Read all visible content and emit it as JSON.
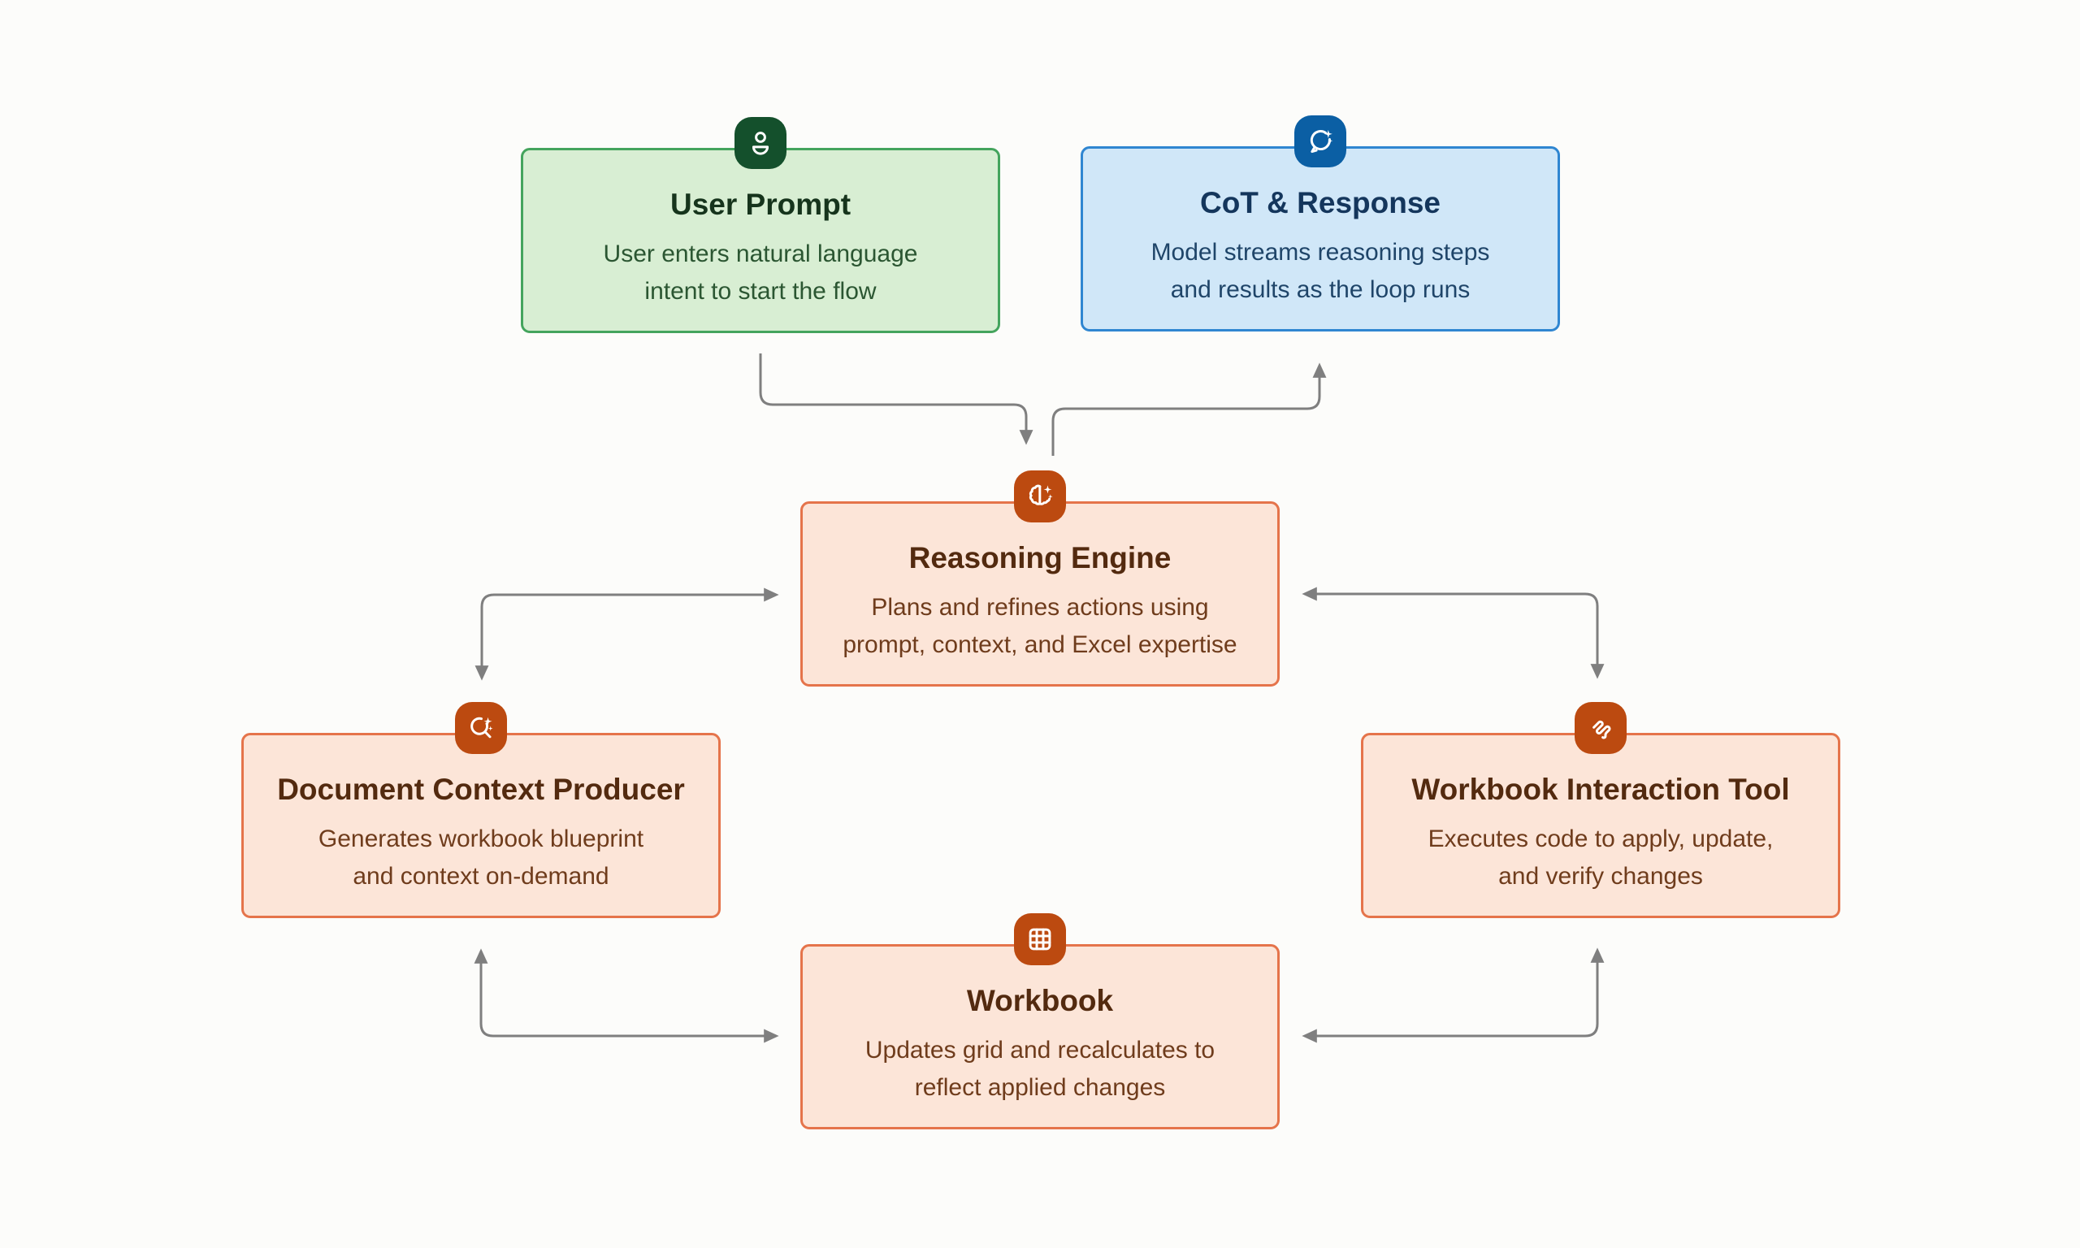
{
  "diagram": {
    "background_color": "#fcfcfa",
    "arrow_color": "#7f7f7f",
    "nodes": {
      "user_prompt": {
        "title": "User Prompt",
        "description": "User enters natural language\nintent to start the flow",
        "icon": "person-icon",
        "fill": "#d8eed3",
        "border": "#44a45d",
        "icon_bg": "#14502c",
        "title_color": "#16341c",
        "text_color": "#2b5632"
      },
      "cot_response": {
        "title": "CoT & Response",
        "description": "Model streams reasoning steps\nand results as the loop runs",
        "icon": "chat-sparkle-icon",
        "fill": "#d0e7f8",
        "border": "#2f86d1",
        "icon_bg": "#0b5fa4",
        "title_color": "#14365c",
        "text_color": "#1f4569"
      },
      "reasoning_engine": {
        "title": "Reasoning Engine",
        "description": "Plans and refines actions using\nprompt, context, and Excel expertise",
        "icon": "brain-sparkle-icon",
        "fill": "#fce5d8",
        "border": "#e5744b",
        "icon_bg": "#bc4a10",
        "title_color": "#532a0f",
        "text_color": "#6f3c1c"
      },
      "document_context_producer": {
        "title": "Document Context Producer",
        "description": "Generates workbook blueprint\nand context on-demand",
        "icon": "search-sparkle-icon",
        "fill": "#fce5d8",
        "border": "#e5744b",
        "icon_bg": "#bc4a10",
        "title_color": "#532a0f",
        "text_color": "#6f3c1c"
      },
      "workbook_interaction_tool": {
        "title": "Workbook Interaction Tool",
        "description": "Executes code to apply, update,\nand verify changes",
        "icon": "scribble-code-icon",
        "fill": "#fce5d8",
        "border": "#e5744b",
        "icon_bg": "#bc4a10",
        "title_color": "#532a0f",
        "text_color": "#6f3c1c"
      },
      "workbook": {
        "title": "Workbook",
        "description": "Updates grid and recalculates to\nreflect applied changes",
        "icon": "grid-icon",
        "fill": "#fce5d8",
        "border": "#e5744b",
        "icon_bg": "#bc4a10",
        "title_color": "#532a0f",
        "text_color": "#6f3c1c"
      }
    },
    "connections": [
      {
        "from": "user_prompt",
        "to": "reasoning_engine",
        "direction": "one-way"
      },
      {
        "from": "reasoning_engine",
        "to": "cot_response",
        "direction": "one-way"
      },
      {
        "from": "document_context_producer",
        "to": "reasoning_engine",
        "direction": "two-way"
      },
      {
        "from": "workbook_interaction_tool",
        "to": "reasoning_engine",
        "direction": "two-way"
      },
      {
        "from": "workbook",
        "to": "document_context_producer",
        "direction": "two-way"
      },
      {
        "from": "workbook",
        "to": "workbook_interaction_tool",
        "direction": "two-way"
      }
    ]
  }
}
